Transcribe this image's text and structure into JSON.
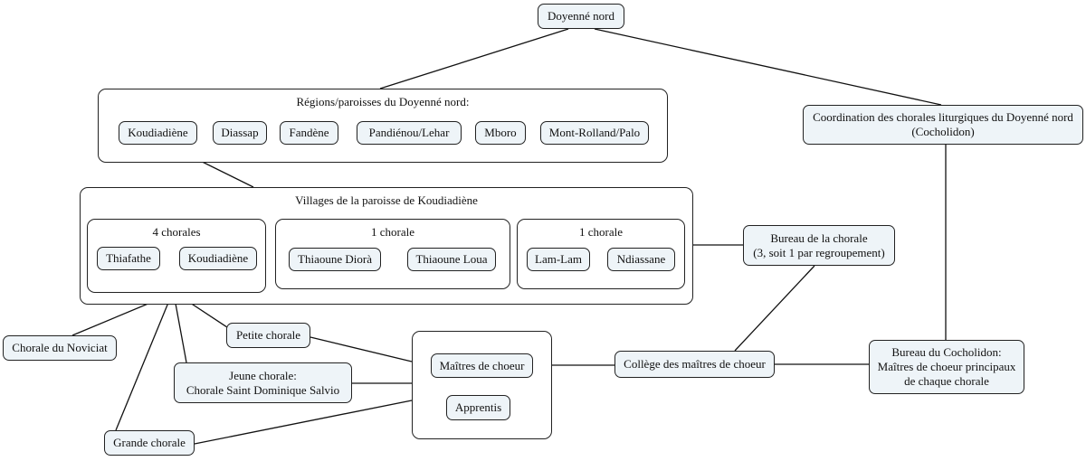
{
  "root": "Doyenné nord",
  "regions": {
    "title": "Régions/paroisses du Doyenné nord:",
    "items": [
      "Koudiadiène",
      "Diassap",
      "Fandène",
      "Pandiénou/Lehar",
      "Mboro",
      "Mont-Rolland/Palo"
    ]
  },
  "coordination": "Coordination des chorales liturgiques du Doyenné nord\n(Cocholidon)",
  "villages": {
    "title": "Villages de la paroisse de Koudiadiène",
    "groups": [
      {
        "title": "4 chorales",
        "items": [
          "Thiafathe",
          "Koudiadiène"
        ]
      },
      {
        "title": "1 chorale",
        "items": [
          "Thiaoune Diorà",
          "Thiaoune Loua"
        ]
      },
      {
        "title": "1 chorale",
        "items": [
          "Lam-Lam",
          "Ndiassane"
        ]
      }
    ]
  },
  "bureau_chorale": "Bureau de la chorale\n(3, soit 1 par regroupement)",
  "chorale_noviciat": "Chorale du Noviciat",
  "petite_chorale": "Petite chorale",
  "jeune_chorale": "Jeune chorale:\nChorale Saint Dominique Salvio",
  "grande_chorale": "Grande chorale",
  "maitres": {
    "items": [
      "Maîtres de choeur",
      "Apprentis"
    ]
  },
  "college": "Collège des maîtres de choeur",
  "bureau_cocholidon": "Bureau du Cocholidon:\nMaîtres de choeur principaux\nde chaque chorale"
}
